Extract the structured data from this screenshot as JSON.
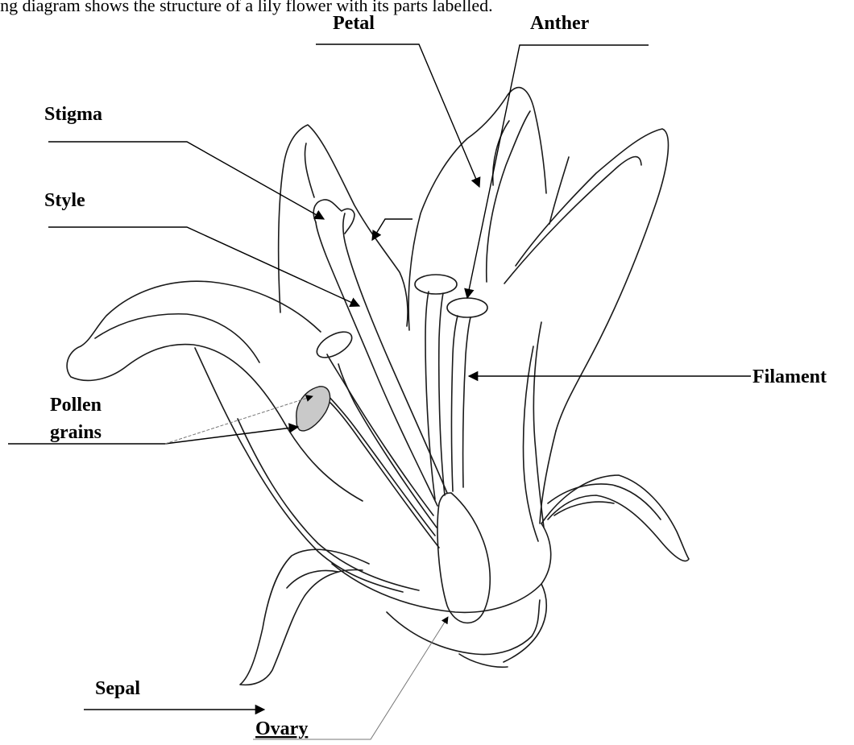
{
  "header_fragment": "ing diagram shows the structure of a lily flower with its parts labelled.",
  "labels": {
    "petal": "Petal",
    "anther": "Anther",
    "stigma": "Stigma",
    "style": "Style",
    "filament": "Filament",
    "pollen_line1": "Pollen",
    "pollen_line2": "grains",
    "sepal": "Sepal",
    "ovary": "Ovary"
  },
  "colors": {
    "outline": "#1a1a1a",
    "pollen_fill": "#c9c9c9",
    "leader_grey": "#777777"
  }
}
